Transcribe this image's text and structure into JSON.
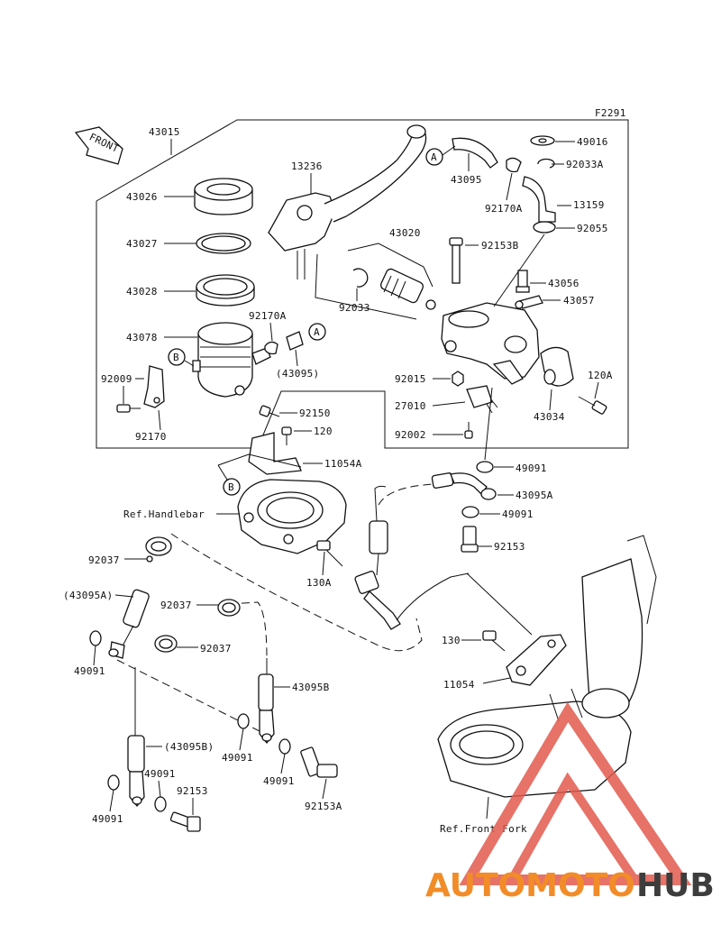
{
  "diagram_code": "F2291",
  "front_label": "FRONT",
  "watermark": {
    "text_orange": "AUTOMOTO",
    "text_dark": "HUB",
    "colors": {
      "orange": "#f28c28",
      "dark": "#3d3d3d",
      "logo_red": "#e25a4e"
    }
  },
  "labels": {
    "p43015": "43015",
    "p43026": "43026",
    "p43027": "43027",
    "p43028": "43028",
    "p43078": "43078",
    "p92009": "92009",
    "p92170": "92170",
    "p13236": "13236",
    "p92170A_left": "92170A",
    "p43095_paren": "(43095)",
    "p92033": "92033",
    "p43020": "43020",
    "p92153B": "92153B",
    "p43095_top": "43095",
    "p92170A_top": "92170A",
    "p49016": "49016",
    "p92033A": "92033A",
    "p13159": "13159",
    "p92055": "92055",
    "p43056": "43056",
    "p43057": "43057",
    "p120A": "120A",
    "p43034": "43034",
    "p92015": "92015",
    "p27010": "27010",
    "p92002": "92002",
    "p92150": "92150",
    "p120": "120",
    "p11054A": "11054A",
    "p49091_a": "49091",
    "p43095A": "43095A",
    "p49091_b": "49091",
    "p92153": "92153",
    "ref_handlebar": "Ref.Handlebar",
    "p92037_a": "92037",
    "p130A": "130A",
    "p43095A_paren": "(43095A)",
    "p92037_b": "92037",
    "p92037_c": "92037",
    "p49091_c": "49091",
    "p130": "130",
    "p11054": "11054",
    "p43095B": "43095B",
    "p43095B_paren": "(43095B)",
    "p49091_d": "49091",
    "p49091_e": "49091",
    "p49091_f": "49091",
    "p49091_g": "49091",
    "p92153_b": "92153",
    "p92153A": "92153A",
    "ref_front_fork": "Ref.Front Fork",
    "ref_A": "A",
    "ref_A2": "A",
    "ref_B": "B",
    "ref_B2": "B"
  }
}
